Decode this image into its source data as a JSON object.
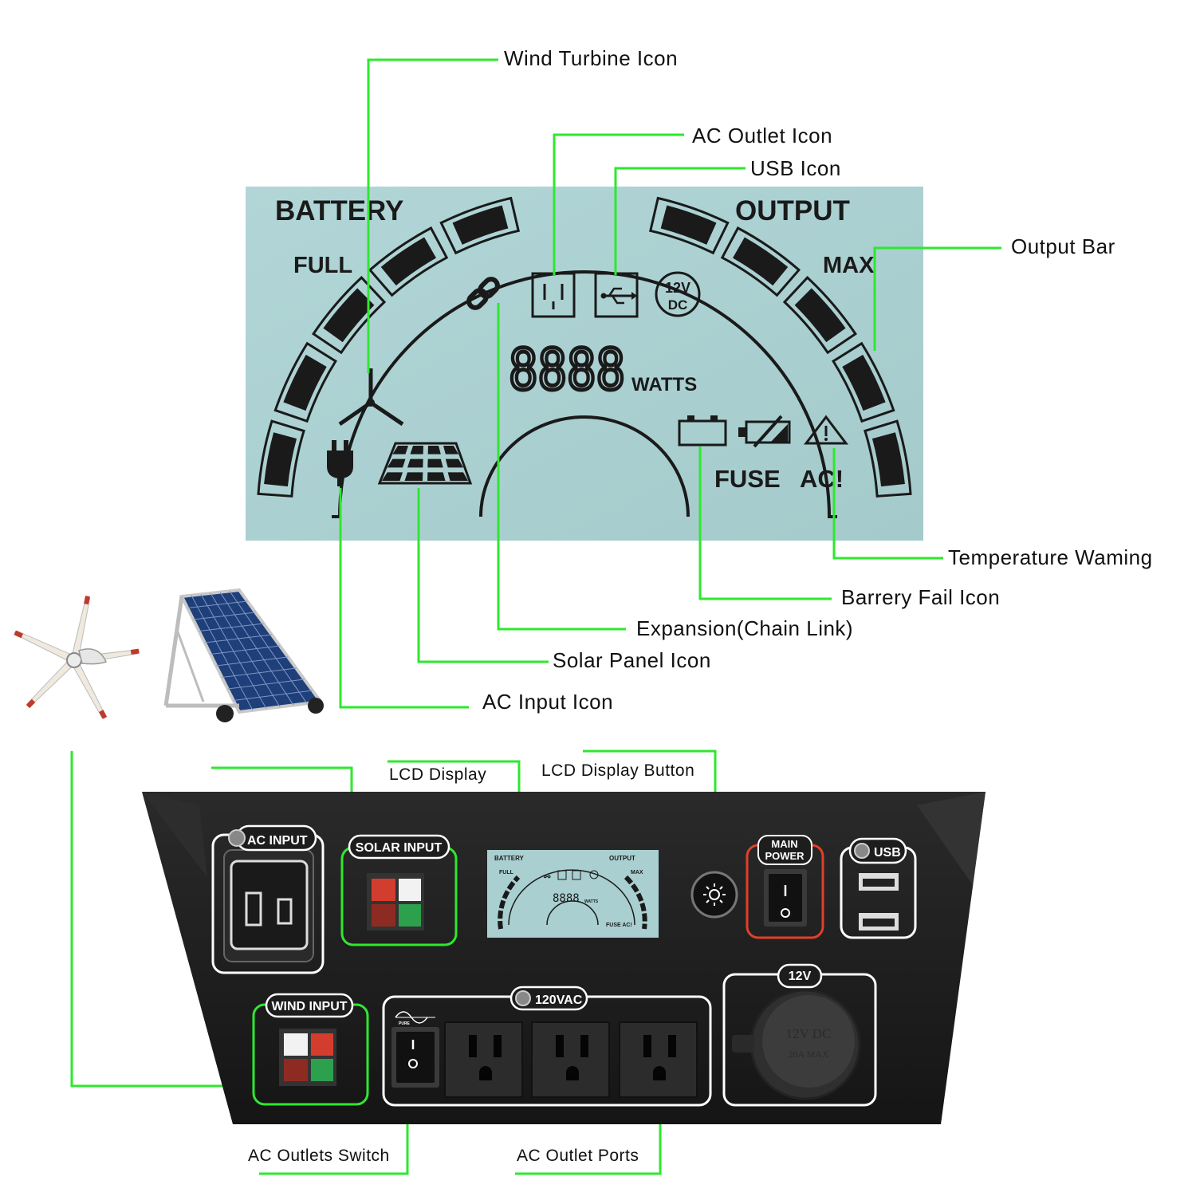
{
  "lcd": {
    "battery": "BATTERY",
    "output": "OUTPUT",
    "full": "FULL",
    "max": "MAX",
    "digits": "8888",
    "watts": "WATTS",
    "dc12v_top": "12V",
    "dc12v_bottom": "DC",
    "fuse": "FUSE",
    "ac_warn": "AC!"
  },
  "callouts": {
    "wind_turbine_icon": "Wind Turbine Icon",
    "ac_outlet_icon": "AC Outlet Icon",
    "usb_icon": "USB Icon",
    "output_bar": "Output Bar",
    "temperature_warning": "Temperature Waming",
    "battery_fail_icon": "Barrery Fail Icon",
    "expansion_chain_link": "Expansion(Chain Link)",
    "solar_panel_icon": "Solar Panel Icon",
    "ac_input_icon": "AC Input Icon",
    "lcd_display": "LCD Display",
    "lcd_display_button": "LCD Display Button",
    "ac_outlets_switch": "AC Outlets Switch",
    "ac_outlet_ports": "AC Outlet Ports"
  },
  "panel": {
    "ac_input": "AC INPUT",
    "solar_input": "SOLAR INPUT",
    "wind_input": "WIND INPUT",
    "main_power_1": "MAIN",
    "main_power_2": "POWER",
    "usb": "USB",
    "ac_120": "120VAC",
    "dc_12": "12V",
    "pure": "PURE",
    "socket_top": "12V DC",
    "socket_bottom": "20A MAX",
    "mini_lcd": {
      "battery": "BATTERY",
      "output": "OUTPUT",
      "full": "FULL",
      "max": "MAX",
      "digits": "8888",
      "watts": "WATTS",
      "fuse_ac": "FUSE AC!"
    }
  },
  "colors": {
    "leader": "#2ee82e",
    "lcd_bg": "#a9cfd0",
    "panel": "#1d1d1d",
    "power_ring": "#e0402a"
  }
}
